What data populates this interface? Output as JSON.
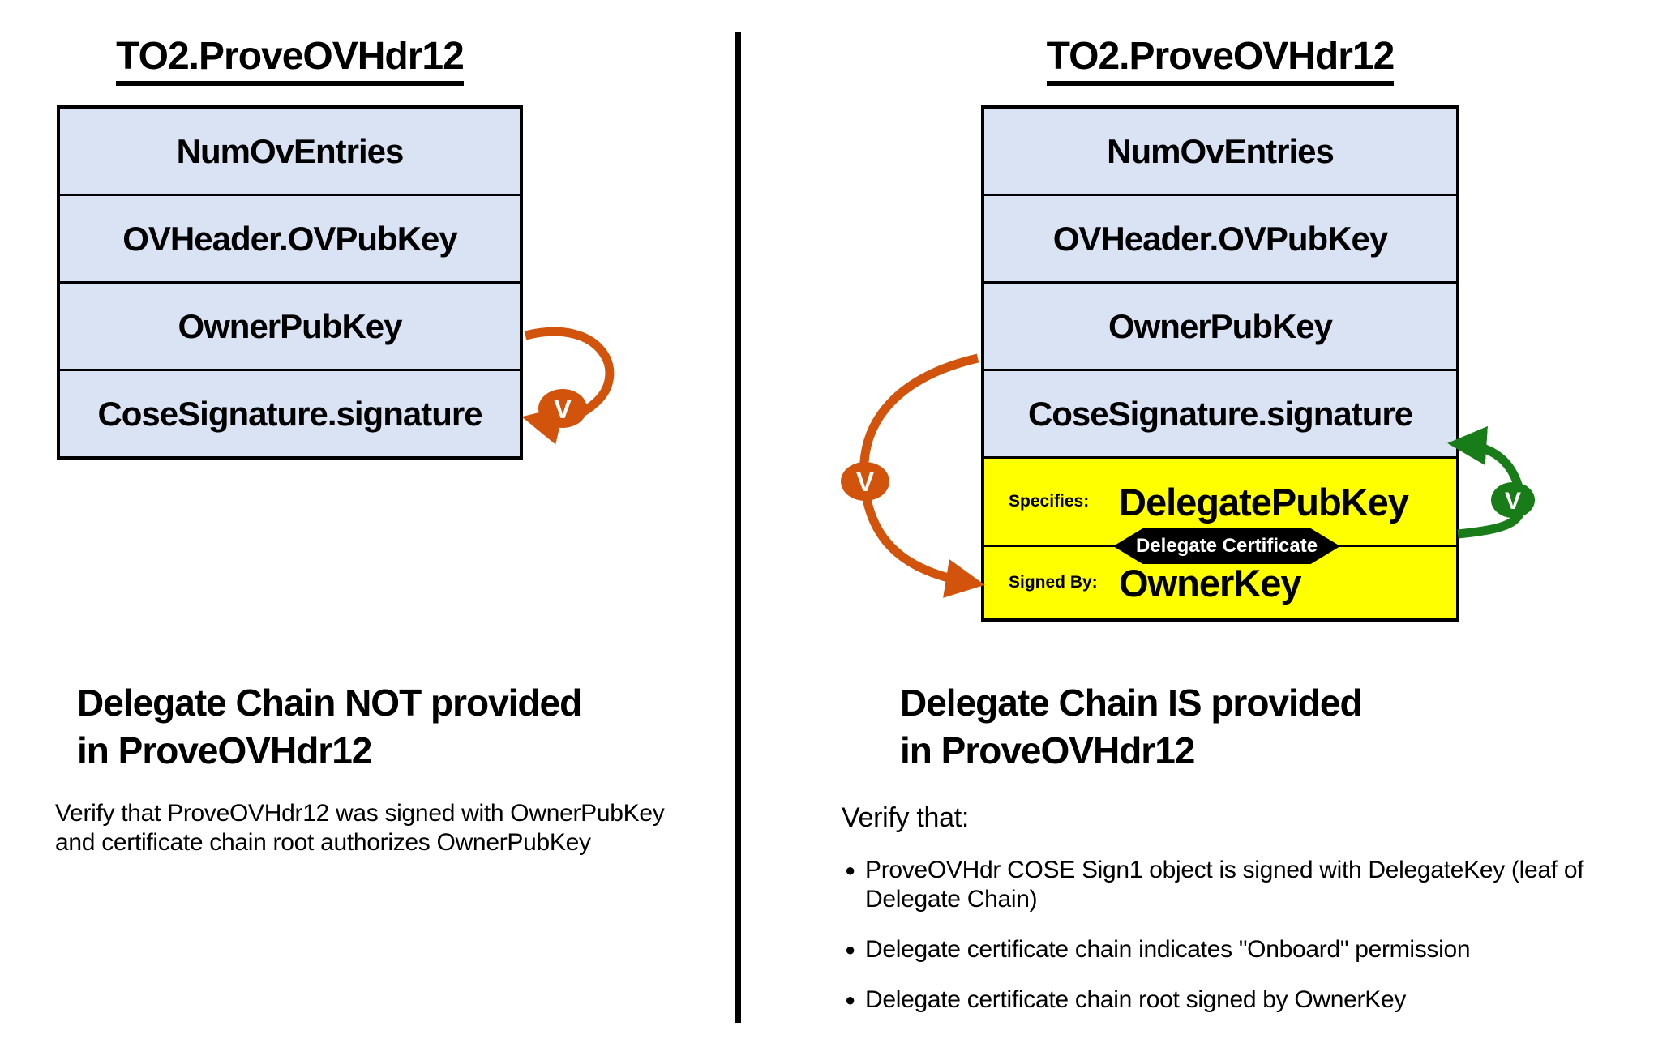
{
  "left": {
    "title": "TO2.ProveOVHdr12",
    "rows": [
      "NumOvEntries",
      "OVHeader.OVPubKey",
      "OwnerPubKey",
      "CoseSignature.signature"
    ],
    "verify_badge": "V",
    "heading": "Delegate Chain NOT provided\nin ProveOVHdr12",
    "body": "Verify that ProveOVHdr12 was signed with OwnerPubKey\nand certificate chain root authorizes OwnerPubKey"
  },
  "right": {
    "title": "TO2.ProveOVHdr12",
    "rows": [
      "NumOvEntries",
      "OVHeader.OVPubKey",
      "OwnerPubKey",
      "CoseSignature.signature"
    ],
    "delegate_rows": [
      {
        "label": "Specifies:",
        "value": "DelegatePubKey"
      },
      {
        "label": "Signed By:",
        "value": "OwnerKey"
      }
    ],
    "banner": "Delegate Certificate",
    "owner_verify_badge": "V",
    "delegate_verify_badge": "V",
    "heading": "Delegate Chain IS provided\nin ProveOVHdr12",
    "verify_intro": "Verify that:",
    "bullets": [
      {
        "marker": "●",
        "text": "ProveOVHdr COSE Sign1 object is signed with DelegateKey (leaf of\nDelegate Chain)"
      },
      {
        "marker": "●",
        "text": "Delegate certificate chain indicates \"Onboard\" permission"
      },
      {
        "marker": "●",
        "text": "Delegate certificate chain root signed by OwnerKey"
      }
    ]
  },
  "colors": {
    "cell_blue": "#dae3f3",
    "yellow": "#ffff00",
    "orange": "#d2530b",
    "green": "#187d18",
    "black": "#000000",
    "white": "#ffffff"
  }
}
